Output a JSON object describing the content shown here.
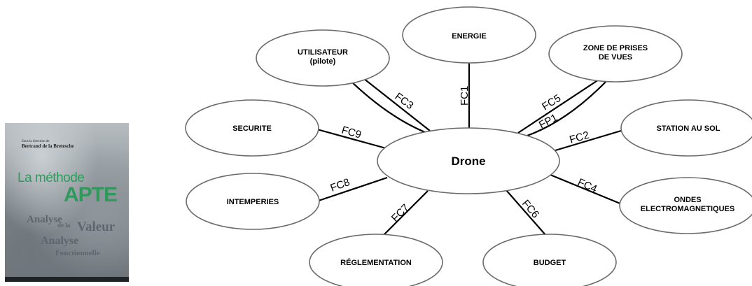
{
  "book": {
    "small_line": "Sous la direction de",
    "author": "Bertrand de la Bretesche",
    "title_part1": "La méthode",
    "title_part2": "APTE",
    "sub1": "Analyse",
    "sub2": "de la",
    "sub3": "Valeur",
    "sub4": "Analyse",
    "sub5": "Fonctionnelle"
  },
  "diagram": {
    "center": "Drone",
    "nodes": {
      "energie": [
        "ENERGIE"
      ],
      "utilisateur": [
        "UTILISATEUR",
        "(pilote)"
      ],
      "zone": [
        "ZONE DE PRISES",
        "DE VUES"
      ],
      "securite": [
        "SECURITE"
      ],
      "station": [
        "STATION AU SOL"
      ],
      "intemperies": [
        "INTEMPERIES"
      ],
      "ondes": [
        "ONDES",
        "ELECTROMAGNETIQUES"
      ],
      "reglementation": [
        "RÉGLEMENTATION"
      ],
      "budget": [
        "BUDGET"
      ]
    },
    "functions": {
      "fc1": "FC1",
      "fc2": "FC2",
      "fc3": "FC3",
      "fc4": "FC4",
      "fc5": "FC5",
      "fc6": "FC6",
      "fc7": "FC7",
      "fc8": "FC8",
      "fc9": "FC9",
      "fp1": "FP1"
    }
  }
}
